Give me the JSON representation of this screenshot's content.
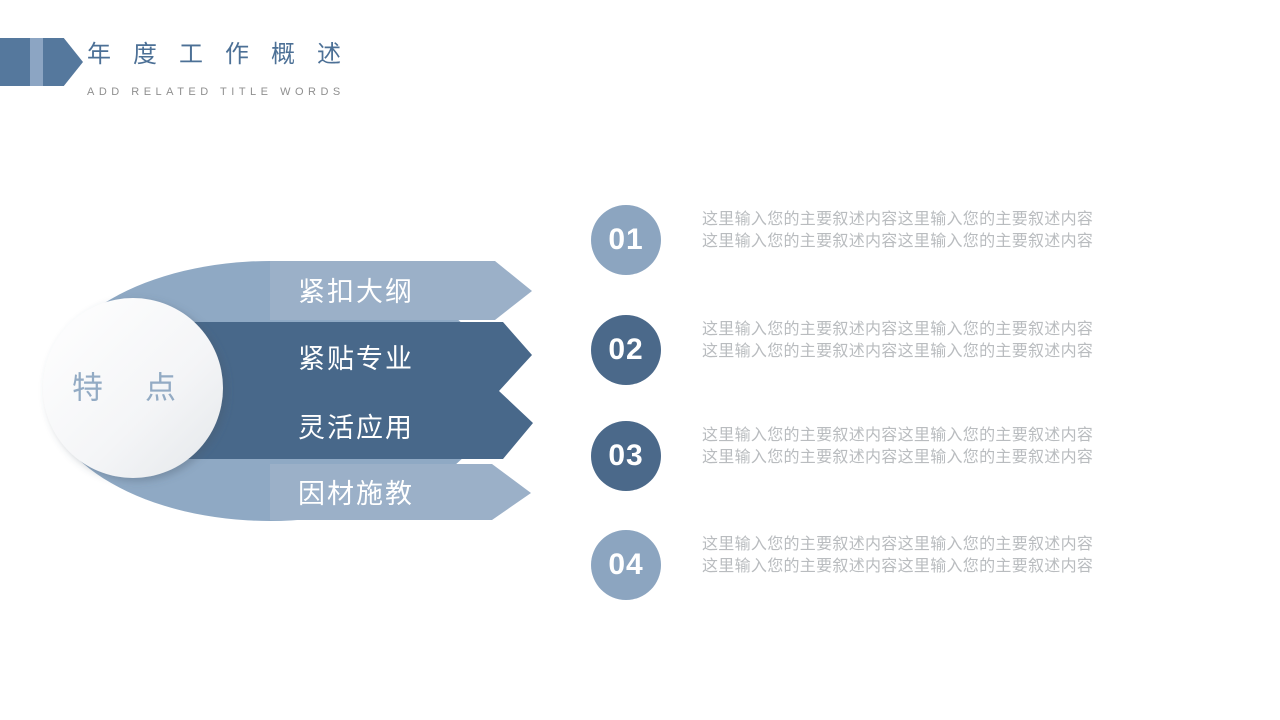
{
  "header": {
    "title": "年度工作概述",
    "subtitle": "ADD RELATED TITLE WORDS"
  },
  "feature": {
    "badge": "特点",
    "banners": [
      {
        "label": "紧扣大纲",
        "tone": "light"
      },
      {
        "label": "紧贴专业",
        "tone": "dark"
      },
      {
        "label": "灵活应用",
        "tone": "dark"
      },
      {
        "label": "因材施教",
        "tone": "light"
      }
    ]
  },
  "points": [
    {
      "number": "01",
      "tone": "light",
      "line1": "这里输入您的主要叙述内容这里输入您的主要叙述内容",
      "line2": "这里输入您的主要叙述内容这里输入您的主要叙述内容"
    },
    {
      "number": "02",
      "tone": "dark",
      "line1": "这里输入您的主要叙述内容这里输入您的主要叙述内容",
      "line2": "这里输入您的主要叙述内容这里输入您的主要叙述内容"
    },
    {
      "number": "03",
      "tone": "dark",
      "line1": "这里输入您的主要叙述内容这里输入您的主要叙述内容",
      "line2": "这里输入您的主要叙述内容这里输入您的主要叙述内容"
    },
    {
      "number": "04",
      "tone": "light",
      "line1": "这里输入您的主要叙述内容这里输入您的主要叙述内容",
      "line2": "这里输入您的主要叙述内容这里输入您的主要叙述内容"
    }
  ],
  "colors": {
    "light_blue": "#8FA9C4",
    "dark_blue": "#48688A",
    "header_accent_dark": "#55789D",
    "header_accent_light": "#8CA5C3",
    "title_text": "#4C7096",
    "subtitle_text": "#8F8F8F",
    "badge_text": "#93ABC4",
    "banner_text": "#FFFFFF",
    "body_text": "#B9BCBF",
    "badge_circle_fill": "#FFFFFF"
  }
}
